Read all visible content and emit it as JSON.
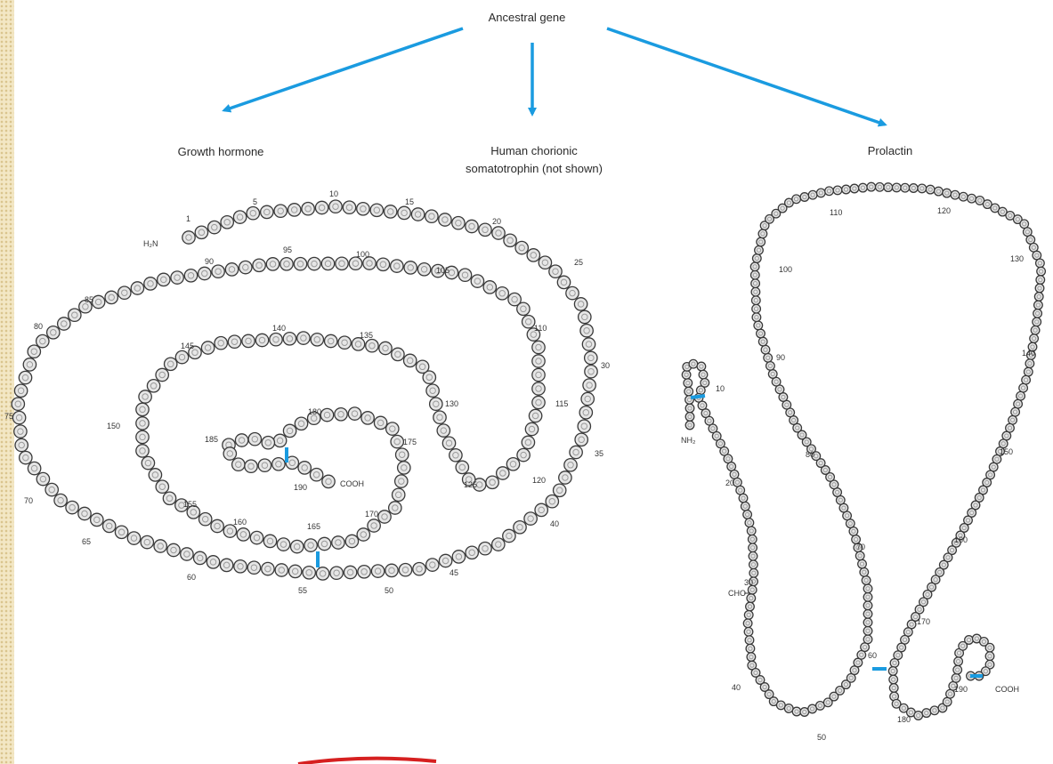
{
  "diagram": {
    "root": "Ancestral gene",
    "branches": [
      "Growth hormone",
      "Human chorionic",
      "somatotrophin (not shown)",
      "Prolactin"
    ],
    "growth_hormone": {
      "nterm": "H₂N",
      "cterm": "COOH",
      "numbers": [
        "1",
        "5",
        "10",
        "15",
        "20",
        "25",
        "30",
        "35",
        "40",
        "45",
        "50",
        "55",
        "60",
        "65",
        "70",
        "75",
        "80",
        "85",
        "90",
        "95",
        "100",
        "105",
        "110",
        "115",
        "120",
        "125",
        "130",
        "135",
        "140",
        "145",
        "150",
        "155",
        "160",
        "165",
        "170",
        "175",
        "180",
        "185",
        "190"
      ]
    },
    "prolactin": {
      "nterm": "NH₂",
      "cterm": "COOH",
      "glyco": "CHO",
      "numbers": [
        "10",
        "20",
        "30",
        "40",
        "50",
        "60",
        "70",
        "80",
        "90",
        "100",
        "110",
        "120",
        "130",
        "140",
        "150",
        "160",
        "170",
        "180",
        "190"
      ]
    },
    "colors": {
      "arrow": "#1a9be0",
      "disulfide": "#1a9be0",
      "bead": "#9a9a9a",
      "annotation": "#d62020"
    }
  }
}
